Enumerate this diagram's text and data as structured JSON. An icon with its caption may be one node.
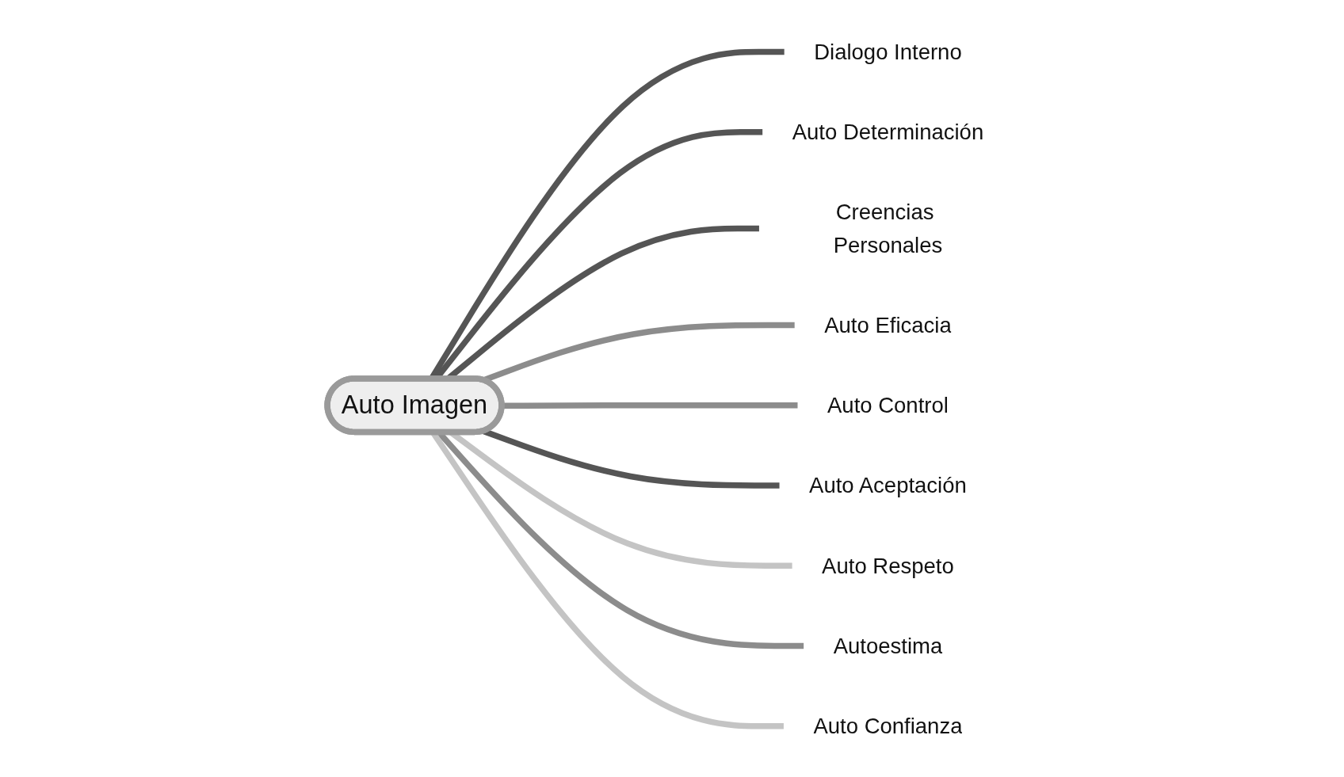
{
  "diagram": {
    "nodes": [
      {
        "text": [
          "Auto Imagen"
        ]
      },
      {
        "text": [
          "Dialogo Interno"
        ]
      },
      {
        "text": [
          "Auto Determinación"
        ]
      },
      {
        "text": [
          "Creencias Personales"
        ]
      },
      {
        "text": [
          "Auto Eficacia"
        ]
      },
      {
        "text": [
          "Auto Control"
        ]
      },
      {
        "text": [
          "Auto Aceptación"
        ]
      },
      {
        "text": [
          "Auto Respeto"
        ]
      },
      {
        "text": [
          "Autoestima"
        ]
      },
      {
        "text": [
          "Auto Confianza"
        ]
      }
    ],
    "edges": [
      {
        "from": 0,
        "to": 1,
        "arrow": "none"
      },
      {
        "from": 0,
        "to": 2,
        "arrow": "none"
      },
      {
        "from": 0,
        "to": 3,
        "arrow": "none"
      },
      {
        "from": 0,
        "to": 4,
        "arrow": "none",
        "color": "#8c8c8c"
      },
      {
        "from": 0,
        "to": 5,
        "arrow": "none",
        "color": "#8c8c8c"
      },
      {
        "from": 0,
        "to": 6,
        "arrow": "none"
      },
      {
        "from": 0,
        "to": 7,
        "arrow": "none",
        "color": "#c4c4c4"
      },
      {
        "from": 0,
        "to": 8,
        "arrow": "none",
        "color": "#8c8c8c"
      },
      {
        "from": 0,
        "to": 9,
        "arrow": "none",
        "color": "#c4c4c4"
      }
    ]
  }
}
